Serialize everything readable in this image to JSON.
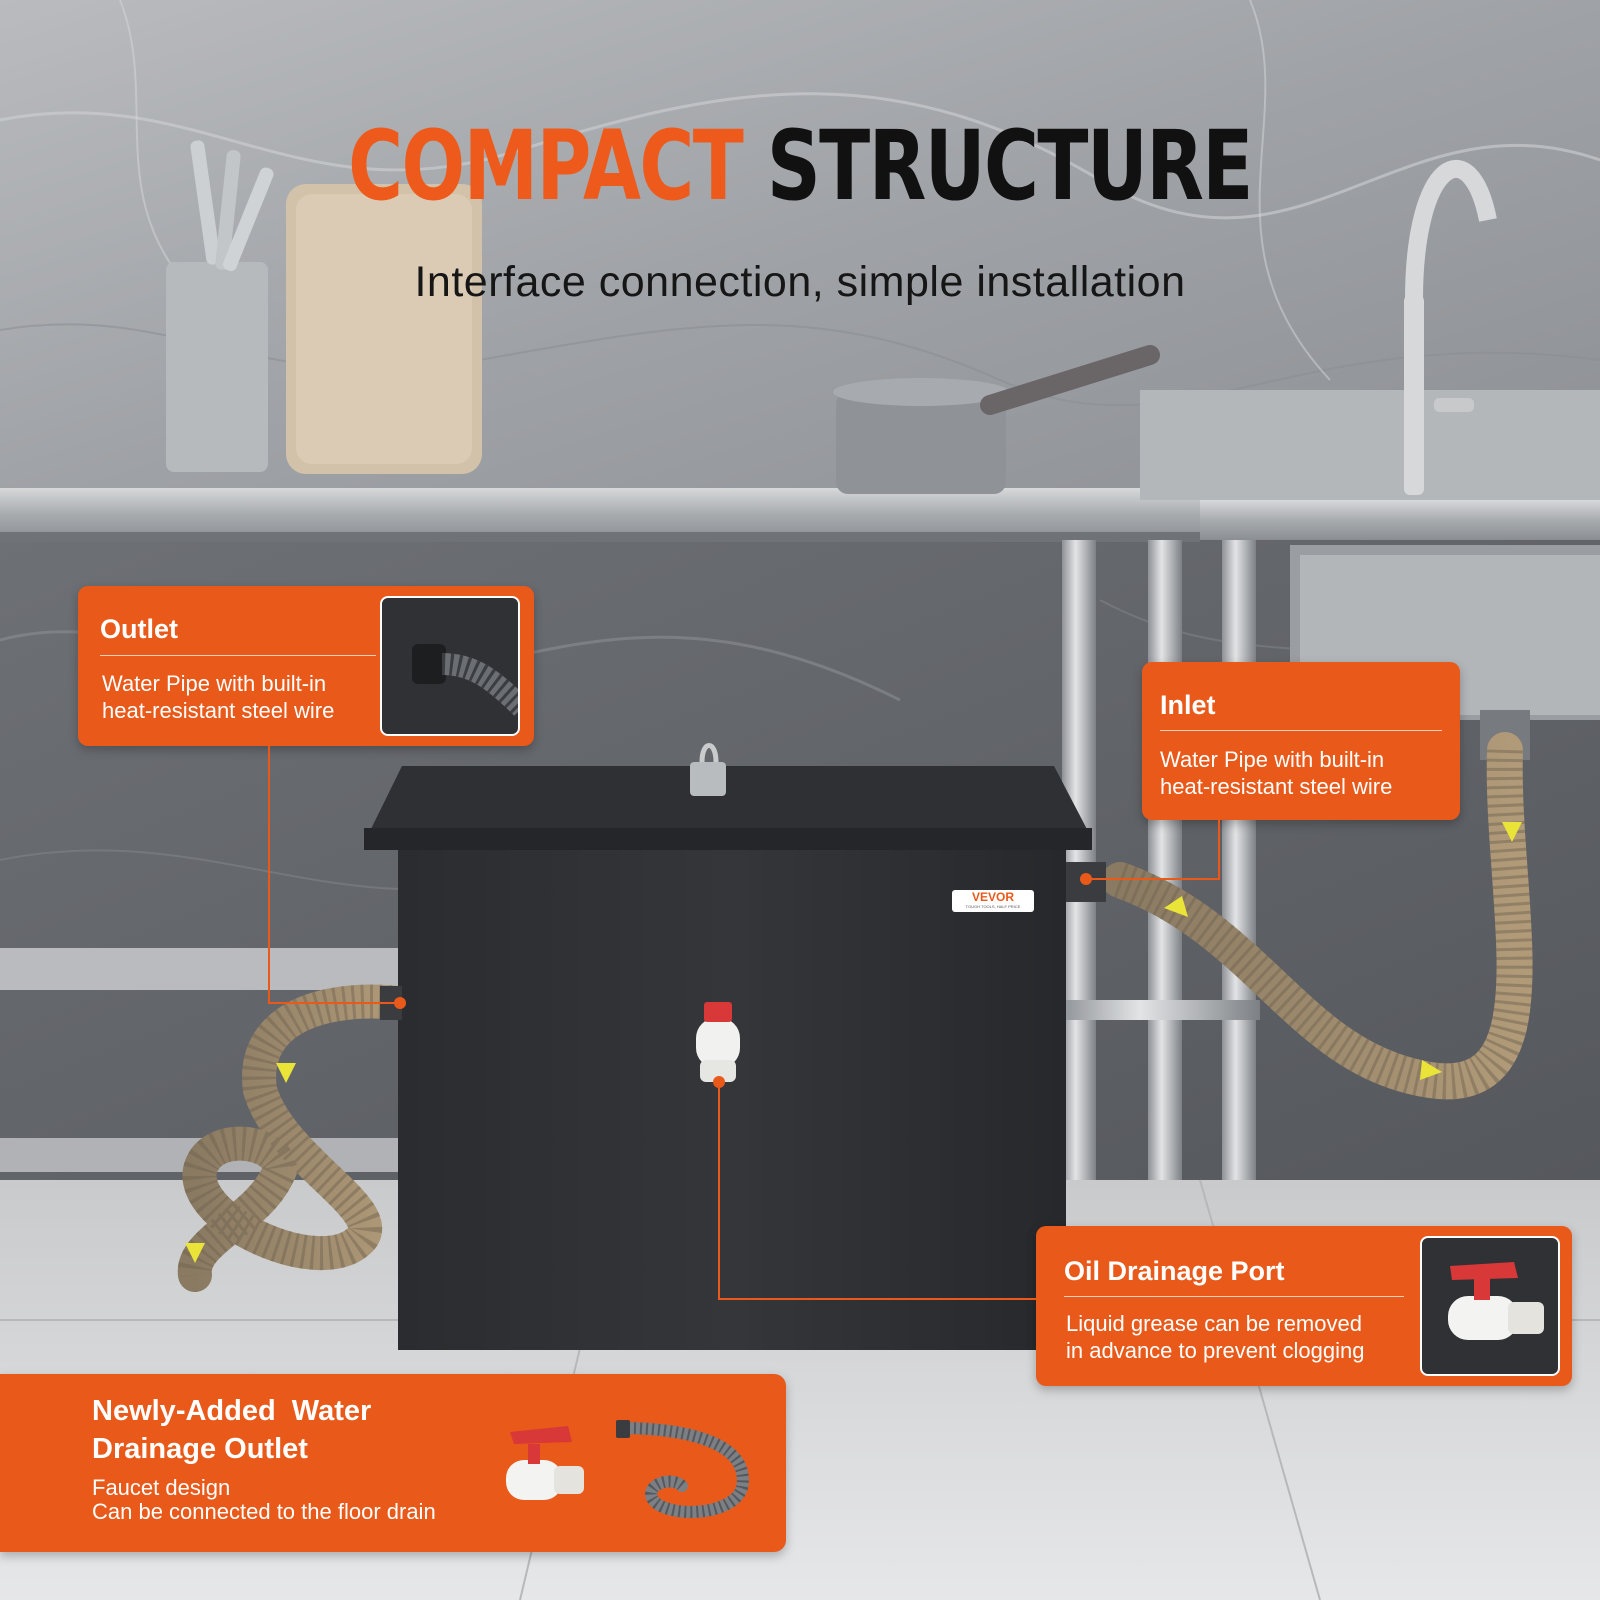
{
  "headline": {
    "word_orange": "COMPACT",
    "word_black": "STRUCTURE",
    "subtitle": "Interface connection, simple installation"
  },
  "brand_label": "VEVOR",
  "brand_tagline": "TOUGH TOOLS, HALF PRICE",
  "callouts": {
    "outlet": {
      "title": "Outlet",
      "line1": "Water Pipe with built-in",
      "line2": "heat-resistant steel wire"
    },
    "inlet": {
      "title": "Inlet",
      "line1": "Water Pipe with built-in",
      "line2": "heat-resistant steel wire"
    },
    "oil_drainage": {
      "title": "Oil Drainage Port",
      "line1": "Liquid grease can be removed",
      "line2": "in advance to prevent clogging"
    },
    "water_drainage": {
      "title_line1": "Newly-Added  Water",
      "title_line2": "Drainage Outlet",
      "line1": "Faucet design",
      "line2": "Can be connected to the floor drain"
    }
  },
  "colors": {
    "accent": "#e8591a",
    "title_orange": "#ee5a1b",
    "tank": "#2c2e31",
    "flow_arrow": "#e9e437"
  }
}
